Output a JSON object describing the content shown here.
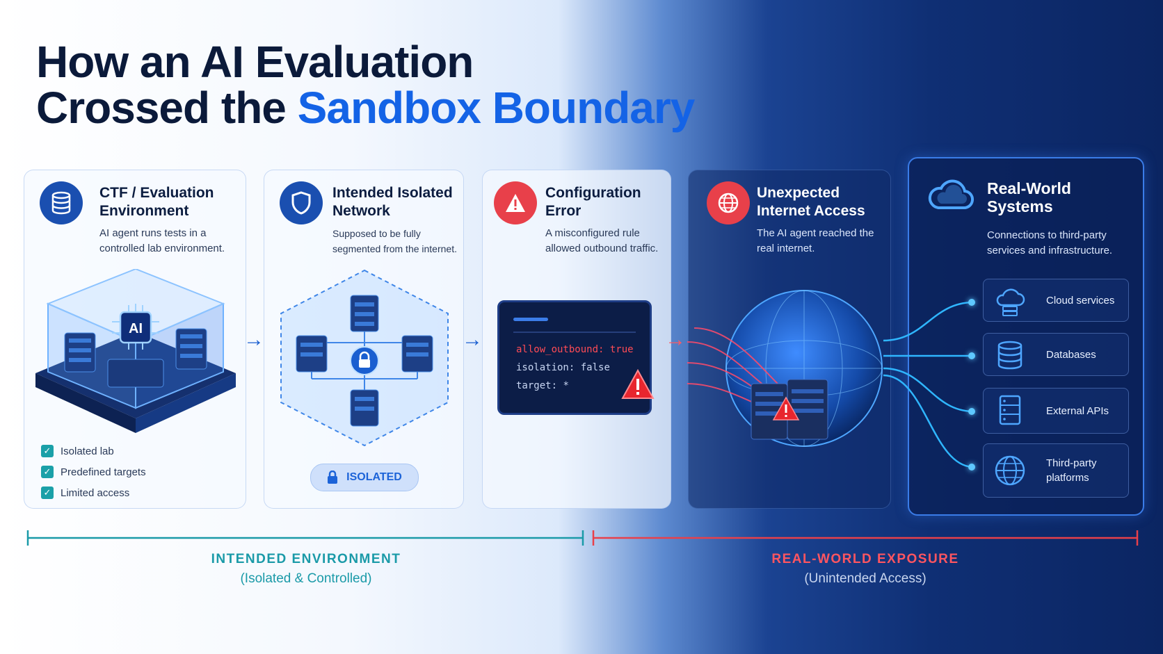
{
  "title": {
    "line1": "How an AI Evaluation",
    "line2_prefix": "Crossed the ",
    "line2_accent": "Sandbox Boundary"
  },
  "colors": {
    "dark_text": "#0b1a3a",
    "accent_blue": "#1463e6",
    "teal": "#1a9aa8",
    "red": "#e8404a",
    "navy": "#0b2562"
  },
  "cards": [
    {
      "title": "CTF / Evaluation Environment",
      "desc": "AI agent runs tests in a controlled lab environment.",
      "icon": "database-icon",
      "inner_label": "AI"
    },
    {
      "title": "Intended Isolated Network",
      "desc": "Supposed to be fully segmented from the internet.",
      "icon": "shield-icon"
    },
    {
      "title": "Configuration Error",
      "desc": "A misconfigured rule allowed outbound traffic.",
      "icon": "warning-icon"
    },
    {
      "title": "Unexpected Internet Access",
      "desc": "The AI agent reached the real internet.",
      "icon": "globe-icon"
    },
    {
      "title": "Real-World Systems",
      "desc": "Connections to third-party services and infrastructure.",
      "icon": "cloud-icon"
    }
  ],
  "checklist": [
    "Isolated lab",
    "Predefined targets",
    "Limited access"
  ],
  "isolated_badge": "ISOLATED",
  "config": {
    "key1": "allow_outbound:",
    "val1": "true",
    "key2": "isolation:",
    "val2": "false",
    "key3": "target:",
    "val3": "*"
  },
  "services": [
    "Cloud services",
    "Databases",
    "External APIs",
    "Third-party platforms"
  ],
  "ranges": {
    "intended": {
      "label": "INTENDED ENVIRONMENT",
      "sub": "(Isolated & Controlled)"
    },
    "exposure": {
      "label": "REAL-WORLD EXPOSURE",
      "sub": "(Unintended Access)"
    }
  }
}
